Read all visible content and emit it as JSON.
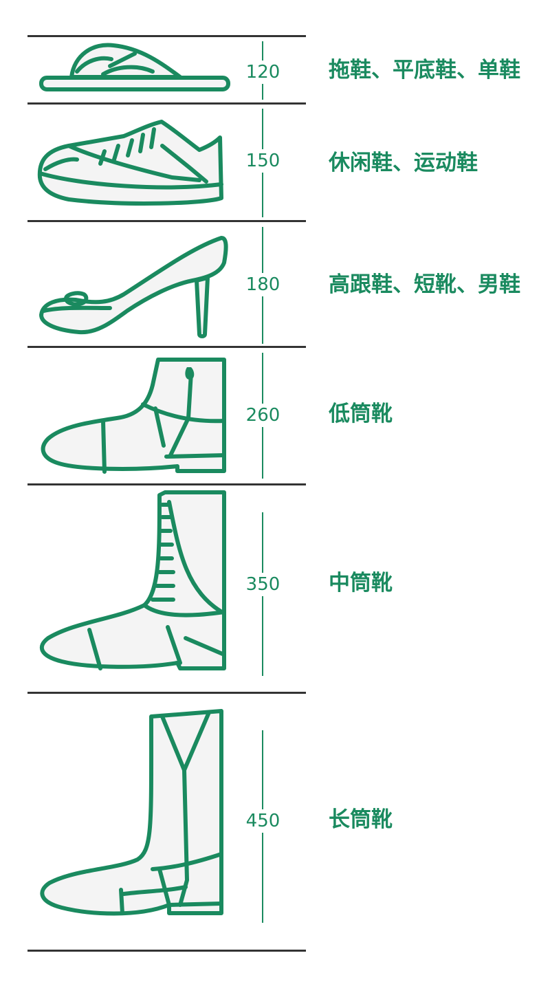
{
  "colors": {
    "accent": "#1a8a5f",
    "line": "#333333",
    "fill": "#f4f4f4"
  },
  "rows": [
    {
      "height": "120",
      "types": "拖鞋、平底鞋、单鞋",
      "icon": "slipper-icon"
    },
    {
      "height": "150",
      "types": "休闲鞋、运动鞋",
      "icon": "sneaker-icon"
    },
    {
      "height": "180",
      "types": "高跟鞋、短靴、男鞋",
      "icon": "high-heel-icon"
    },
    {
      "height": "260",
      "types": "低筒靴",
      "icon": "ankle-boot-icon"
    },
    {
      "height": "350",
      "types": "中筒靴",
      "icon": "mid-boot-icon"
    },
    {
      "height": "450",
      "types": "长筒靴",
      "icon": "tall-boot-icon"
    }
  ]
}
